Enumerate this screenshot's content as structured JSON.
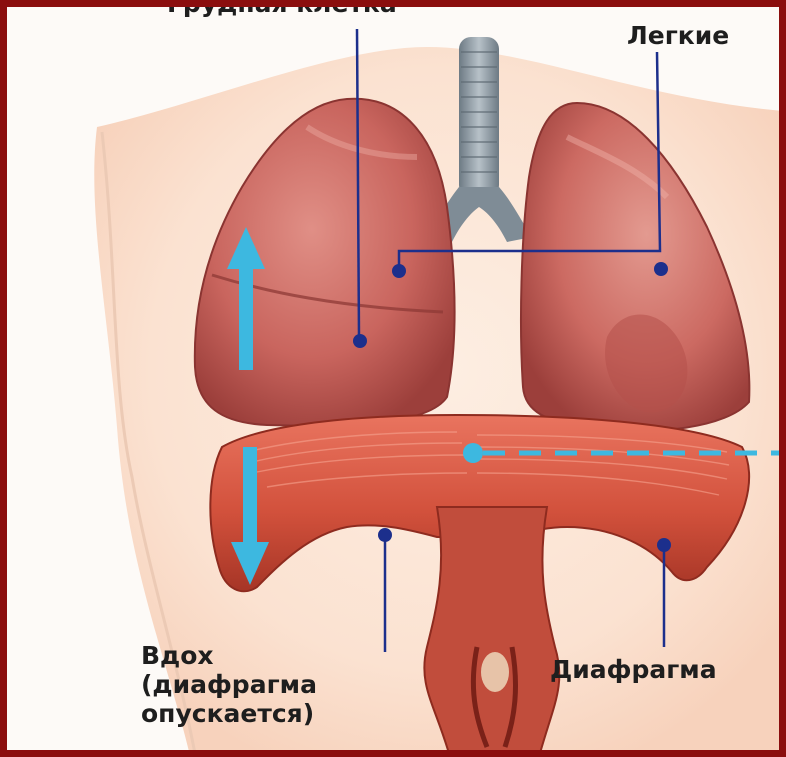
{
  "labels": {
    "lungs": "Легкие",
    "diaphragm": "Диафрагма",
    "inhale_line1": "Вдох",
    "inhale_line2": "(диафрагма",
    "inhale_line3": "опускается)",
    "top_cut_text": "Грудная клетка"
  },
  "icons": {
    "up_arrow": "arrow-up",
    "down_arrow": "arrow-down",
    "pointer_dot": "circle"
  },
  "colors": {
    "frame": "#8b0e0e",
    "lung": "#c8625d",
    "diaphragm": "#d4513b",
    "arrow": "#3db8e0",
    "leader_line": "#1c2f8c",
    "skin": "#fbe5d6",
    "trachea": "#8e9ba4"
  }
}
